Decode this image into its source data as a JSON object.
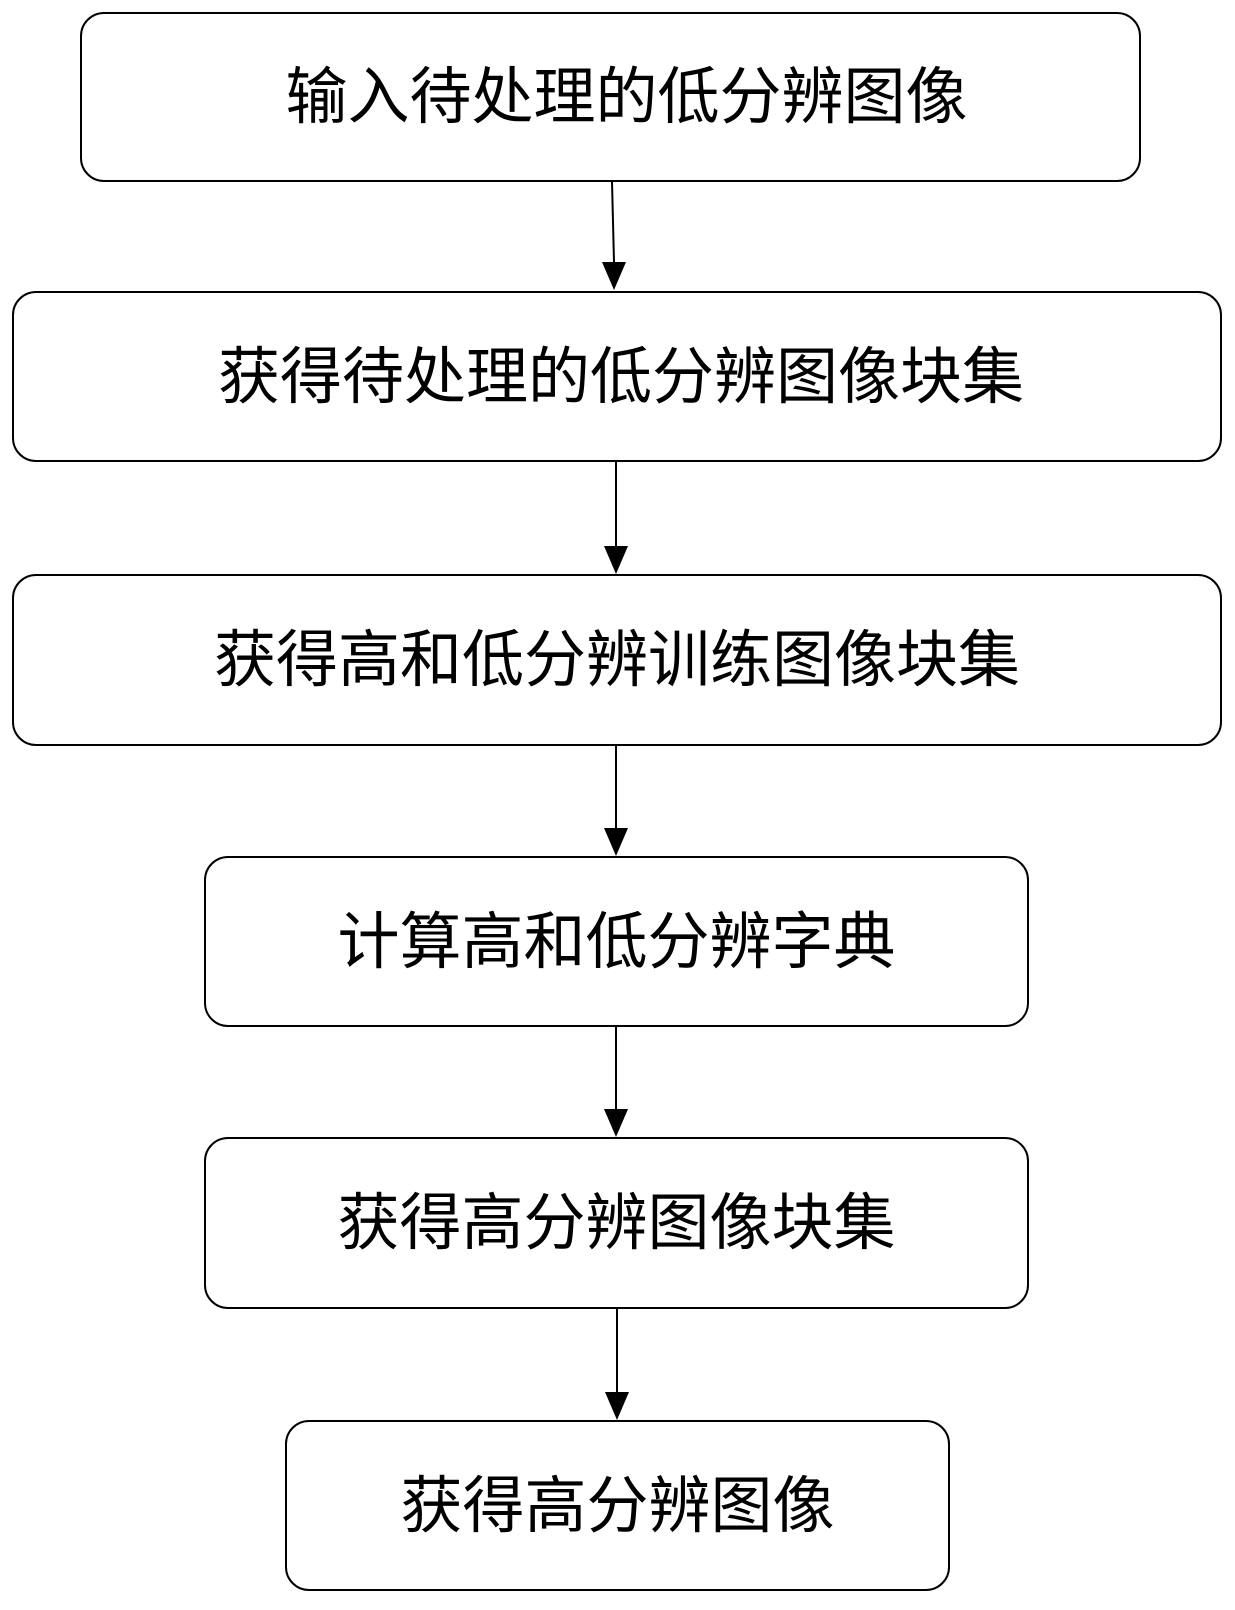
{
  "flowchart": {
    "steps": [
      {
        "label": "输入待处理的低分辨图像"
      },
      {
        "label": "获得待处理的低分辨图像块集"
      },
      {
        "label": "获得高和低分辨训练图像块集"
      },
      {
        "label": "计算高和低分辨字典"
      },
      {
        "label": "获得高分辨图像块集"
      },
      {
        "label": "获得高分辨图像"
      }
    ]
  }
}
